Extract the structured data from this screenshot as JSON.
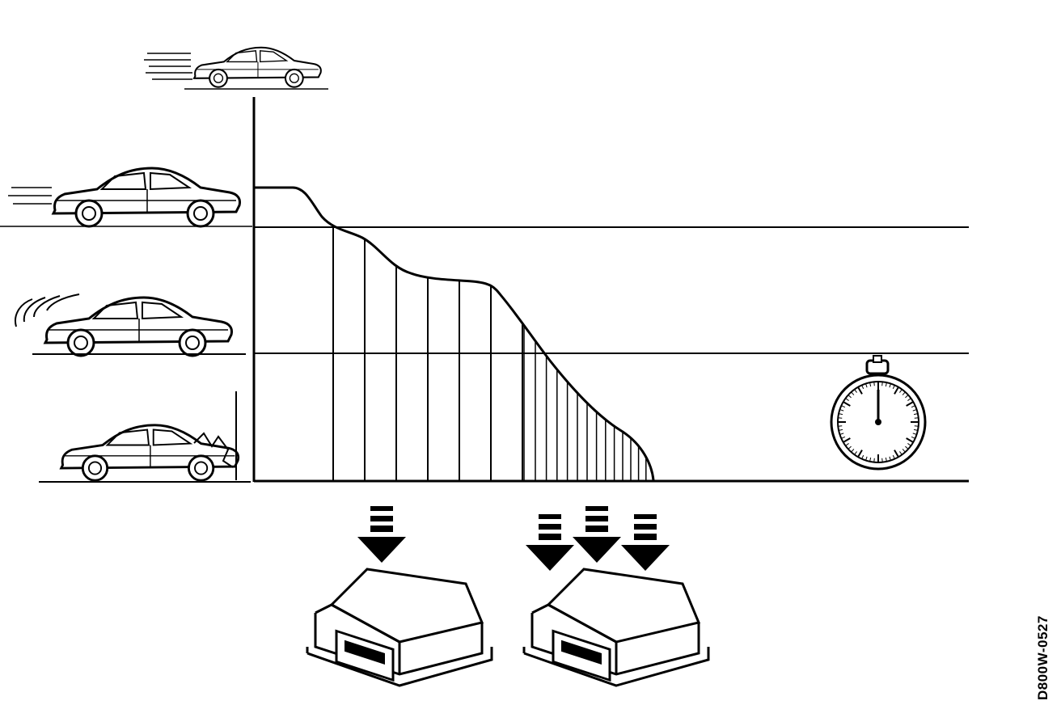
{
  "figure": {
    "reference_code": "D800W-0527"
  },
  "diagram": {
    "car_icons": [
      "car-moving-fast-icon",
      "car-moving-icon",
      "car-braking-icon",
      "car-crashed-icon"
    ],
    "other_icons": [
      "stopwatch-icon",
      "down-arrow-icon",
      "control-module-icon"
    ],
    "single_arrow_count": 1,
    "triple_arrow_count": 3,
    "ink_color": "#000000",
    "background_color": "#ffffff"
  }
}
